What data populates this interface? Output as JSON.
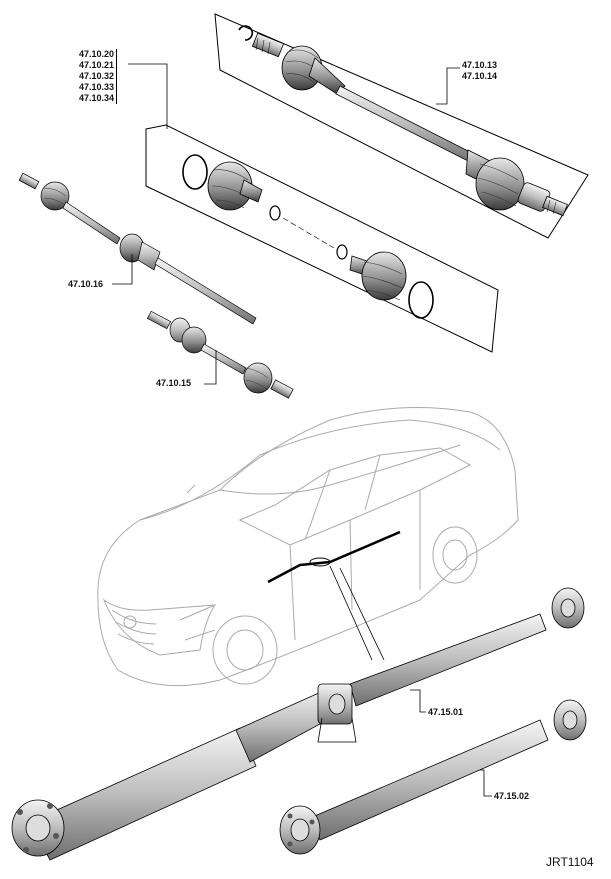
{
  "callouts": {
    "top_right": [
      "47.10.13",
      "47.10.14"
    ],
    "top_left": [
      "47.10.20",
      "47.10.21",
      "47.10.32",
      "47.10.33",
      "47.10.34"
    ],
    "front_shaft": "47.10.16",
    "small_shaft": "47.10.15",
    "prop_shaft_front": "47.15.01",
    "prop_shaft_rear": "47.15.02"
  },
  "figure_ref": "JRT1104"
}
